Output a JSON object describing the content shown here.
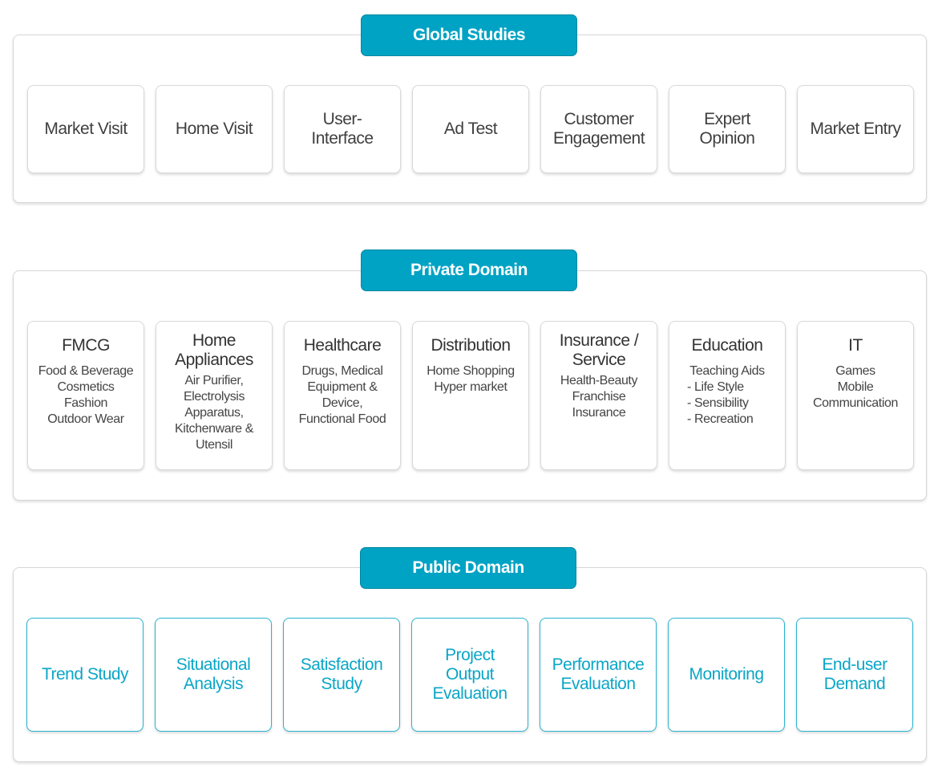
{
  "global": {
    "title": "Global Studies",
    "cards": [
      {
        "lines": [
          "Market  Visit"
        ]
      },
      {
        "lines": [
          "Home Visit"
        ]
      },
      {
        "lines": [
          "User-",
          "Interface"
        ]
      },
      {
        "lines": [
          "Ad Test"
        ]
      },
      {
        "lines": [
          "Customer",
          "Engagement"
        ]
      },
      {
        "lines": [
          "Expert",
          "Opinion"
        ]
      },
      {
        "lines": [
          "Market Entry"
        ]
      }
    ]
  },
  "private": {
    "title": "Private Domain",
    "cards": [
      {
        "title": [
          "FMCG"
        ],
        "body": [
          "Food & Beverage",
          "Cosmetics",
          "Fashion",
          "Outdoor Wear"
        ]
      },
      {
        "title": [
          "Home",
          "Appliances"
        ],
        "body": [
          "Air Purifier,",
          "Electrolysis",
          "Apparatus,",
          "Kitchenware &",
          "Utensil"
        ]
      },
      {
        "title": [
          "Healthcare"
        ],
        "body": [
          "Drugs, Medical",
          "Equipment &",
          "Device,",
          "Functional Food"
        ]
      },
      {
        "title": [
          "Distribution"
        ],
        "body": [
          "Home Shopping",
          "Hyper market"
        ]
      },
      {
        "title": [
          "Insurance /",
          "Service"
        ],
        "body": [
          "Health-Beauty",
          "Franchise",
          "Insurance"
        ]
      },
      {
        "title": [
          "Education"
        ],
        "body": [
          "Teaching Aids"
        ],
        "sub": [
          "- Life Style",
          "- Sensibility",
          "- Recreation"
        ]
      },
      {
        "title": [
          "IT"
        ],
        "body": [
          "Games",
          "Mobile",
          "Communication"
        ]
      }
    ]
  },
  "public": {
    "title": "Public Domain",
    "cards": [
      {
        "lines": [
          "Trend Study"
        ]
      },
      {
        "lines": [
          "Situational",
          "Analysis"
        ]
      },
      {
        "lines": [
          "Satisfaction",
          "Study"
        ]
      },
      {
        "lines": [
          "Project",
          "Output",
          "Evaluation"
        ]
      },
      {
        "lines": [
          "Performance",
          "Evaluation"
        ]
      },
      {
        "lines": [
          "Monitoring"
        ]
      },
      {
        "lines": [
          "End-user",
          "Demand"
        ]
      }
    ]
  }
}
